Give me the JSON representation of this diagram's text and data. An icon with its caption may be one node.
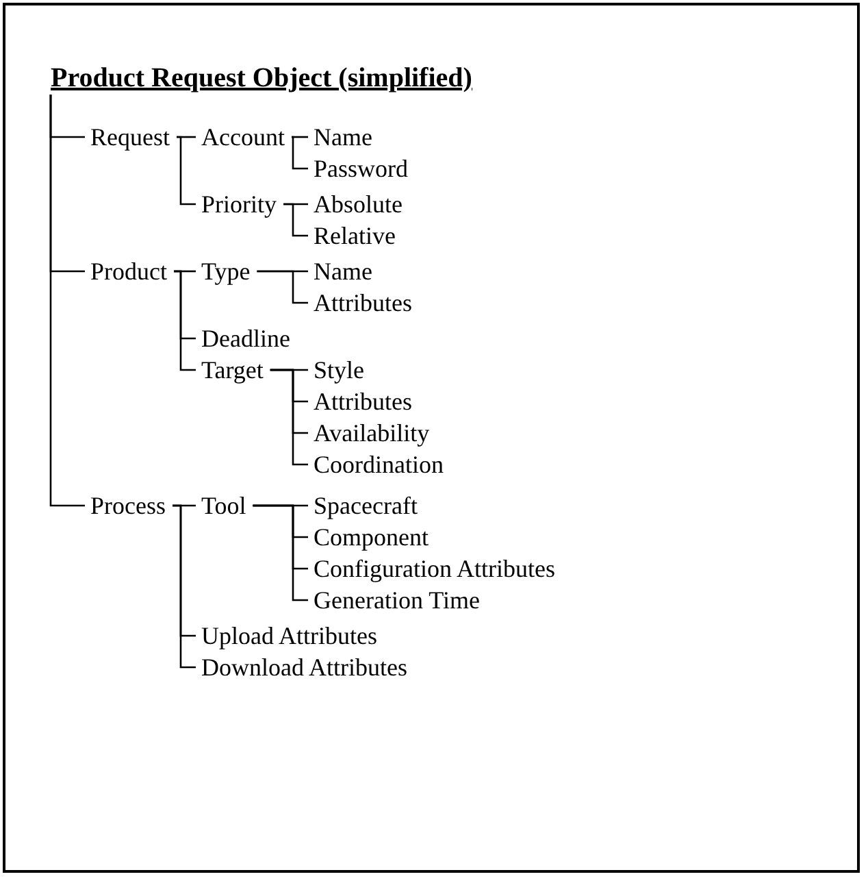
{
  "diagram": {
    "nodes": [
      {
        "text": [
          "Product Request Object (simplified)"
        ]
      },
      {
        "text": [
          "Request"
        ]
      },
      {
        "text": [
          "Account"
        ]
      },
      {
        "text": [
          "Name"
        ]
      },
      {
        "text": [
          "Password"
        ]
      },
      {
        "text": [
          "Priority"
        ]
      },
      {
        "text": [
          "Absolute"
        ]
      },
      {
        "text": [
          "Relative"
        ]
      },
      {
        "text": [
          "Product"
        ]
      },
      {
        "text": [
          "Type"
        ]
      },
      {
        "text": [
          "Name"
        ]
      },
      {
        "text": [
          "Attributes"
        ]
      },
      {
        "text": [
          "Deadline"
        ]
      },
      {
        "text": [
          "Target"
        ]
      },
      {
        "text": [
          "Style"
        ]
      },
      {
        "text": [
          "Attributes"
        ]
      },
      {
        "text": [
          "Availability"
        ]
      },
      {
        "text": [
          "Coordination"
        ]
      },
      {
        "text": [
          "Process"
        ]
      },
      {
        "text": [
          "Tool"
        ]
      },
      {
        "text": [
          "Spacecraft"
        ]
      },
      {
        "text": [
          "Component"
        ]
      },
      {
        "text": [
          "Configuration Attributes"
        ]
      },
      {
        "text": [
          "Generation Time"
        ]
      },
      {
        "text": [
          "Upload Attributes"
        ]
      },
      {
        "text": [
          "Download Attributes"
        ]
      }
    ],
    "edges": [
      {
        "from": 0,
        "to": 1,
        "arrow": "none"
      },
      {
        "from": 0,
        "to": 8,
        "arrow": "none"
      },
      {
        "from": 0,
        "to": 18,
        "arrow": "none"
      },
      {
        "from": 1,
        "to": 2,
        "arrow": "none"
      },
      {
        "from": 1,
        "to": 5,
        "arrow": "none"
      },
      {
        "from": 2,
        "to": 3,
        "arrow": "none"
      },
      {
        "from": 2,
        "to": 4,
        "arrow": "none"
      },
      {
        "from": 5,
        "to": 6,
        "arrow": "none"
      },
      {
        "from": 5,
        "to": 7,
        "arrow": "none"
      },
      {
        "from": 8,
        "to": 9,
        "arrow": "none"
      },
      {
        "from": 8,
        "to": 12,
        "arrow": "none"
      },
      {
        "from": 8,
        "to": 13,
        "arrow": "none"
      },
      {
        "from": 9,
        "to": 10,
        "arrow": "none"
      },
      {
        "from": 9,
        "to": 11,
        "arrow": "none"
      },
      {
        "from": 13,
        "to": 14,
        "arrow": "none"
      },
      {
        "from": 13,
        "to": 15,
        "arrow": "none"
      },
      {
        "from": 13,
        "to": 16,
        "arrow": "none"
      },
      {
        "from": 13,
        "to": 17,
        "arrow": "none"
      },
      {
        "from": 18,
        "to": 19,
        "arrow": "none"
      },
      {
        "from": 18,
        "to": 24,
        "arrow": "none"
      },
      {
        "from": 18,
        "to": 25,
        "arrow": "none"
      },
      {
        "from": 19,
        "to": 20,
        "arrow": "none"
      },
      {
        "from": 19,
        "to": 21,
        "arrow": "none"
      },
      {
        "from": 19,
        "to": 22,
        "arrow": "none"
      },
      {
        "from": 19,
        "to": 23,
        "arrow": "none"
      }
    ]
  }
}
